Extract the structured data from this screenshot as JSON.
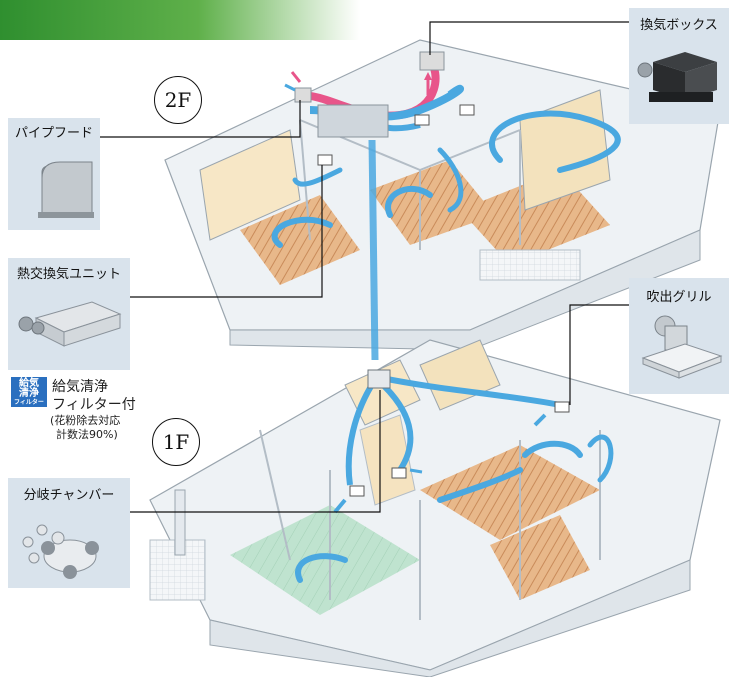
{
  "floors": {
    "upper": "2F",
    "lower": "1F"
  },
  "callouts": {
    "pipe_hood": "パイプフード",
    "heat_exchange_unit": "熱交換気ユニット",
    "branch_chamber": "分岐チャンバー",
    "ventilation_box": "換気ボックス",
    "outlet_grille": "吹出グリル"
  },
  "filter_badge": {
    "line1": "給気",
    "line2": "清浄",
    "line3": "フィルター"
  },
  "filter_note": {
    "line1": "給気清浄",
    "line2": "フィルター付",
    "line3": "(花粉除去対応",
    "line4": "計数法90%)"
  },
  "colors": {
    "supply_air": "#4aa8e0",
    "exhaust_air": "#e8558a",
    "callout_bg": "#d9e3ec",
    "badge": "#2a6fbf",
    "accent": "#3c9a3c"
  }
}
